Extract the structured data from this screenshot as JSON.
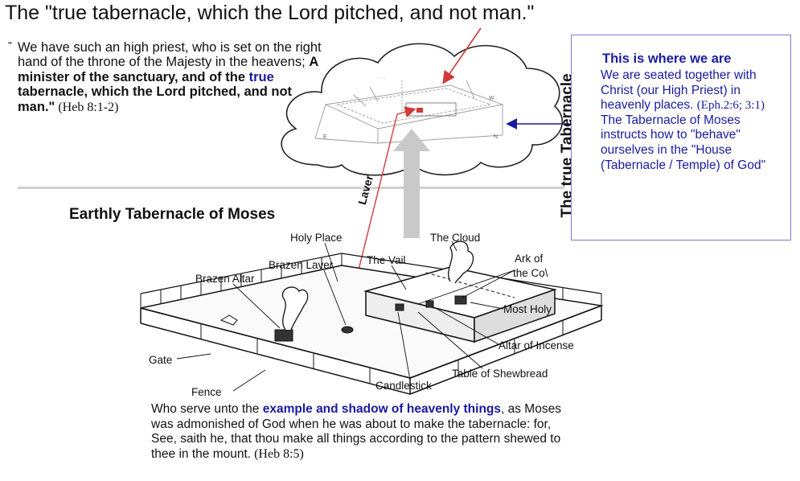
{
  "title": "The \"true tabernacle, which the Lord pitched, and not man.\"",
  "quote": {
    "open_mark": "\"",
    "plain": "We have such an high priest, who is set  on the right hand of the throne of the Majesty in the heavens; ",
    "bold1": "A minister of the sanctuary, and of the ",
    "bold_blue": "true",
    "bold2": " tabernacle, which the Lord pitched, and not man.\"",
    "ref": " (Heb 8:1-2)"
  },
  "vertical_label": "The true Tabernacle",
  "box": {
    "heading": "This is where we are",
    "body": "We are seated together with Christ (our High Priest) in heavenly places. ",
    "ref": "(Eph.2:6; 3:1)",
    "body2": " The Tabernacle of Moses instructs how to \"behave\" ourselves in the \"House (Tabernacle / Temple) of God\""
  },
  "earthly_heading": "Earthly Tabernacle of Moses",
  "laver_label": "Laver",
  "diagram_labels": {
    "holy_place": "Holy Place",
    "the_cloud": "The Cloud",
    "the_vail": "The Vail",
    "brazen_laver": "Brazen Laver",
    "ark_line1": "Ark of",
    "ark_line2": "the Co\\",
    "brazen_altar": "Brazen Altar",
    "most_holy": "Most Holy",
    "altar_of_incense": "Altar of Incense",
    "gate": "Gate",
    "table_of_shewbread": "Table of Shewbread",
    "candlestick": "Candlestick",
    "fence": "Fence"
  },
  "bottom": {
    "plain1": "Who serve unto the ",
    "bold_blue": "example and shadow of heavenly things",
    "plain2": ", as Moses was admonished of God when he was about to make the tabernacle: for, See, saith he, that thou make all things according to the pattern shewed to thee in the mount.",
    "ref": " (Heb 8:5)"
  },
  "colors": {
    "accent_blue": "#1a1aa0",
    "arrow_red": "#d23a3a",
    "box_border": "#7a7acc"
  }
}
